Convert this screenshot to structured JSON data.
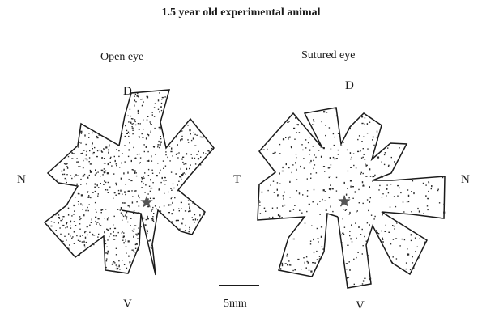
{
  "figure": {
    "title": "1.5 year old experimental animal",
    "scale_label": "5mm"
  },
  "panels": [
    {
      "name": "open-eye",
      "title": "Open eye",
      "labels": {
        "dorsal": "D",
        "ventral": "V",
        "nasal": "N",
        "temporal": "T"
      },
      "density": "high"
    },
    {
      "name": "sutured-eye",
      "title": "Sutured eye",
      "labels": {
        "dorsal": "D",
        "ventral": "V",
        "nasal": "N"
      },
      "density": "low"
    }
  ],
  "colors": {
    "outline": "#1a1a1a",
    "dots": "#2a2a2a",
    "star": "#555555"
  },
  "marker_icon": "star-marker-icon"
}
